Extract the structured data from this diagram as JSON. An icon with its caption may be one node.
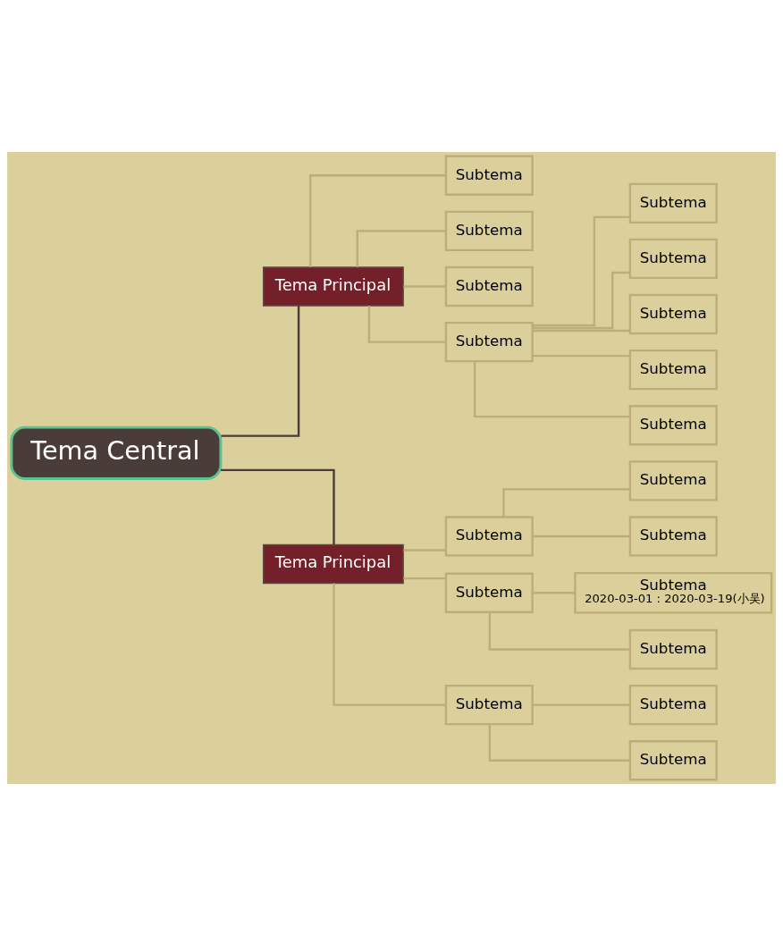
{
  "diagram": {
    "nodes": [
      {
        "text": [
          "Tema Central"
        ]
      },
      {
        "text": [
          "Tema Principal"
        ]
      },
      {
        "text": [
          "Subtema"
        ]
      },
      {
        "text": [
          "Subtema"
        ]
      },
      {
        "text": [
          "Subtema"
        ]
      },
      {
        "text": [
          "Subtema"
        ]
      },
      {
        "text": [
          "Subtema"
        ]
      },
      {
        "text": [
          "Subtema"
        ]
      },
      {
        "text": [
          "Subtema"
        ]
      },
      {
        "text": [
          "Subtema"
        ]
      },
      {
        "text": [
          "Subtema"
        ]
      },
      {
        "text": [
          "Tema Principal"
        ]
      },
      {
        "text": [
          "Subtema"
        ]
      },
      {
        "text": [
          "Subtema"
        ]
      },
      {
        "text": [
          "Subtema"
        ]
      },
      {
        "text": [
          "Subtema"
        ]
      },
      {
        "text": [
          "Subtema",
          "2020-03-01 : 2020-03-19(小吴)"
        ]
      },
      {
        "text": [
          "Subtema"
        ]
      },
      {
        "text": [
          "Subtema"
        ]
      },
      {
        "text": [
          "Subtema"
        ]
      },
      {
        "text": [
          "Subtema"
        ]
      }
    ],
    "edges": [
      {
        "from": 0,
        "to": 1,
        "arrow": "none",
        "color": "#4a3c38"
      },
      {
        "from": 0,
        "to": 11,
        "arrow": "none",
        "color": "#4a3c38"
      },
      {
        "from": 1,
        "to": 2,
        "arrow": "none"
      },
      {
        "from": 1,
        "to": 3,
        "arrow": "none"
      },
      {
        "from": 1,
        "to": 4,
        "arrow": "none"
      },
      {
        "from": 1,
        "to": 5,
        "arrow": "none"
      },
      {
        "from": 5,
        "to": 6,
        "arrow": "none"
      },
      {
        "from": 5,
        "to": 7,
        "arrow": "none"
      },
      {
        "from": 5,
        "to": 8,
        "arrow": "none"
      },
      {
        "from": 5,
        "to": 9,
        "arrow": "none"
      },
      {
        "from": 5,
        "to": 10,
        "arrow": "none"
      },
      {
        "from": 11,
        "to": 12,
        "arrow": "none"
      },
      {
        "from": 12,
        "to": 13,
        "arrow": "none"
      },
      {
        "from": 12,
        "to": 14,
        "arrow": "none"
      },
      {
        "from": 11,
        "to": 15,
        "arrow": "none"
      },
      {
        "from": 15,
        "to": 16,
        "arrow": "none"
      },
      {
        "from": 15,
        "to": 17,
        "arrow": "none"
      },
      {
        "from": 11,
        "to": 18,
        "arrow": "none"
      },
      {
        "from": 18,
        "to": 19,
        "arrow": "none"
      },
      {
        "from": 18,
        "to": 20,
        "arrow": "none"
      }
    ]
  }
}
